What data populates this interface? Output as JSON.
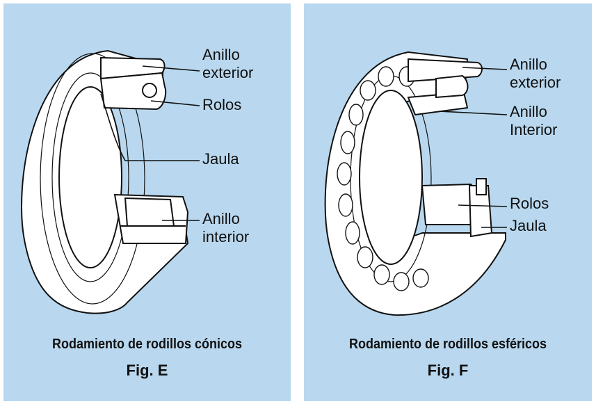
{
  "figures": [
    {
      "id": "E",
      "caption": "Rodamiento de rodillos cónicos",
      "fig_label": "Fig. E",
      "labels": {
        "anillo_exterior_1": "Anillo",
        "anillo_exterior_2": "exterior",
        "rolos": "Rolos",
        "jaula": "Jaula",
        "anillo_interior_1": "Anillo",
        "anillo_interior_2": "interior"
      }
    },
    {
      "id": "F",
      "caption": "Rodamiento de rodillos esféricos",
      "fig_label": "Fig. F",
      "labels": {
        "anillo_exterior_1": "Anillo",
        "anillo_exterior_2": "exterior",
        "anillo_interior_1": "Anillo",
        "anillo_interior_2": "Interior",
        "rolos": "Rolos",
        "jaula": "Jaula"
      }
    }
  ],
  "colors": {
    "panel_background": "#b9d8ef",
    "line": "#111111",
    "part_fill": "#ffffff"
  }
}
